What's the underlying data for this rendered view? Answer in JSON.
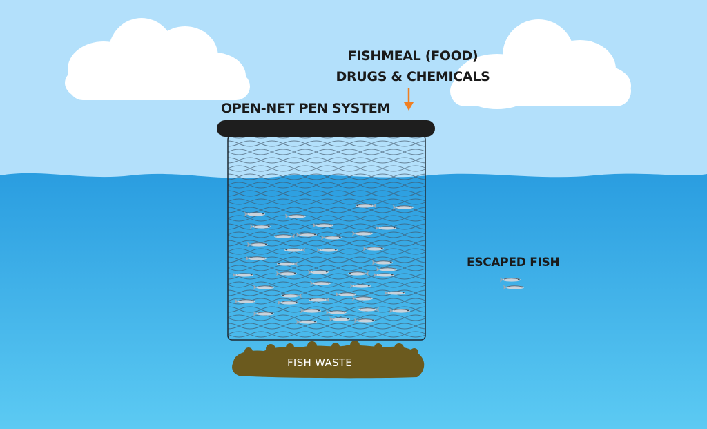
{
  "labels": {
    "inputs_line1": "FISHMEAL (FOOD)",
    "inputs_line2": "DRUGS & CHEMICALS",
    "pen_system": "OPEN-NET PEN SYSTEM",
    "escaped_fish": "ESCAPED FISH",
    "fish_waste": "FISH WASTE"
  },
  "colors": {
    "sky": "#b3e0fb",
    "water_surface": "#2b9fe0",
    "water_deep": "#58c7f2",
    "net_rim": "#1e1e1e",
    "net_mesh": "#3f4f60",
    "arrow": "#f07f22",
    "waste": "#6b5a1e",
    "fish": "#c9d3dc",
    "cloud": "#ffffff"
  },
  "icons": {
    "arrow": "arrow-down-icon",
    "fish": "fish-icon",
    "cloud": "cloud-icon"
  }
}
